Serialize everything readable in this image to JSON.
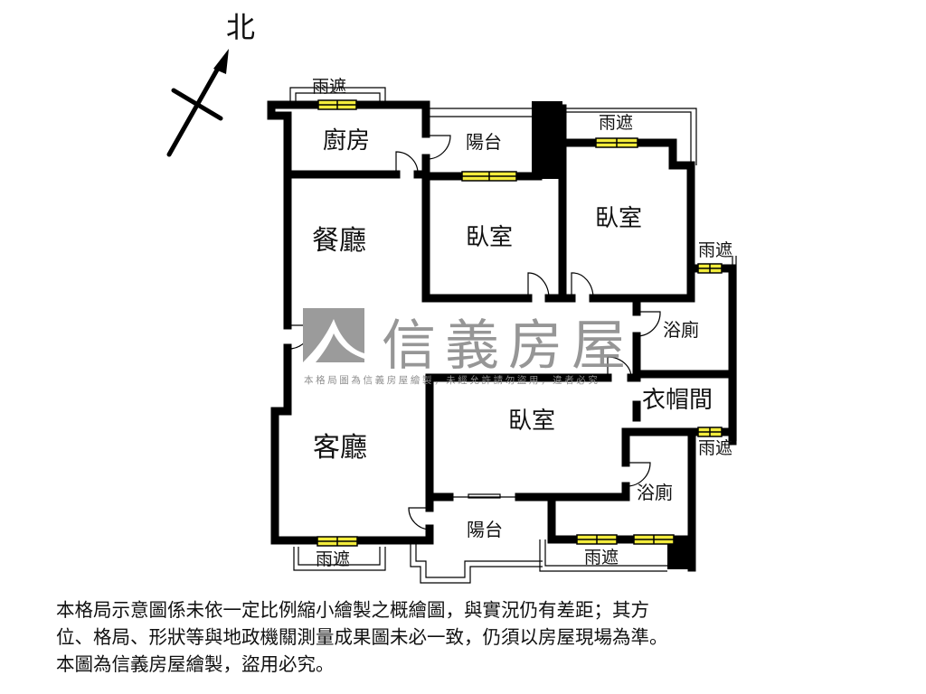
{
  "compass": {
    "label": "北",
    "icon": "north-arrow-icon"
  },
  "rooms": {
    "kitchen": "廚房",
    "balcony_north": "陽台",
    "bedroom_north_middle": "臥室",
    "bedroom_north_east": "臥室",
    "dining_room": "餐廳",
    "bathroom_east": "浴廁",
    "walk_in_closet": "衣帽間",
    "bedroom_master": "臥室",
    "living_room": "客廳",
    "bathroom_master": "浴廁",
    "balcony_south": "陽台"
  },
  "eaves": {
    "kitchen_top": "雨遮",
    "bedroom_ne_top": "雨遮",
    "east_upper": "雨遮",
    "east_lower": "雨遮",
    "living_bottom": "雨遮",
    "south_bottom": "雨遮"
  },
  "watermark": {
    "brand": "信義房屋",
    "notice": "本格局圖為信義房屋繪製，未經允許請勿盜用，違者必究"
  },
  "colors": {
    "wall": "#000000",
    "window_fill": "#f3ec3c",
    "watermark": "#8e8e8e",
    "background": "#ffffff"
  },
  "disclaimer": {
    "line1": "本格局示意圖係未依一定比例縮小繪製之概繪圖，與實況仍有差距；其方",
    "line2": "位、格局、形狀等與地政機關測量成果圖未必一致，仍須以房屋現場為準。",
    "line3": "本圖為信義房屋繪製，盜用必究。"
  }
}
